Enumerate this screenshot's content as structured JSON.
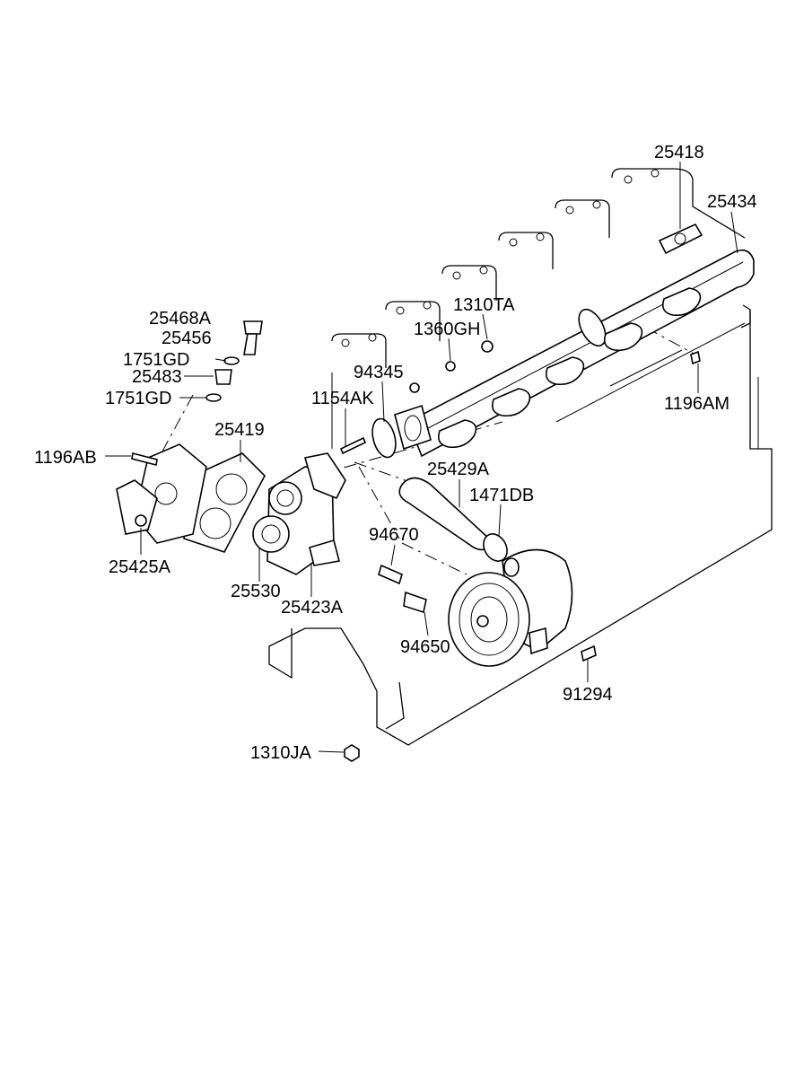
{
  "labels": {
    "p25418": "25418",
    "p25434": "25434",
    "p25468A": "25468A",
    "p1310TA": "1310TA",
    "p25456": "25456",
    "p1360GH": "1360GH",
    "p1751GD_top": "1751GD",
    "p94345": "94345",
    "p25483": "25483",
    "p1154AK": "1154AK",
    "p1751GD_bottom": "1751GD",
    "p1196AM": "1196AM",
    "p25419": "25419",
    "p1196AB": "1196AB",
    "p25429A": "25429A",
    "p1471DB": "1471DB",
    "p94670": "94670",
    "p25425A": "25425A",
    "p25530": "25530",
    "p25423A": "25423A",
    "p94650": "94650",
    "p91294": "91294",
    "p1310JA": "1310JA"
  }
}
